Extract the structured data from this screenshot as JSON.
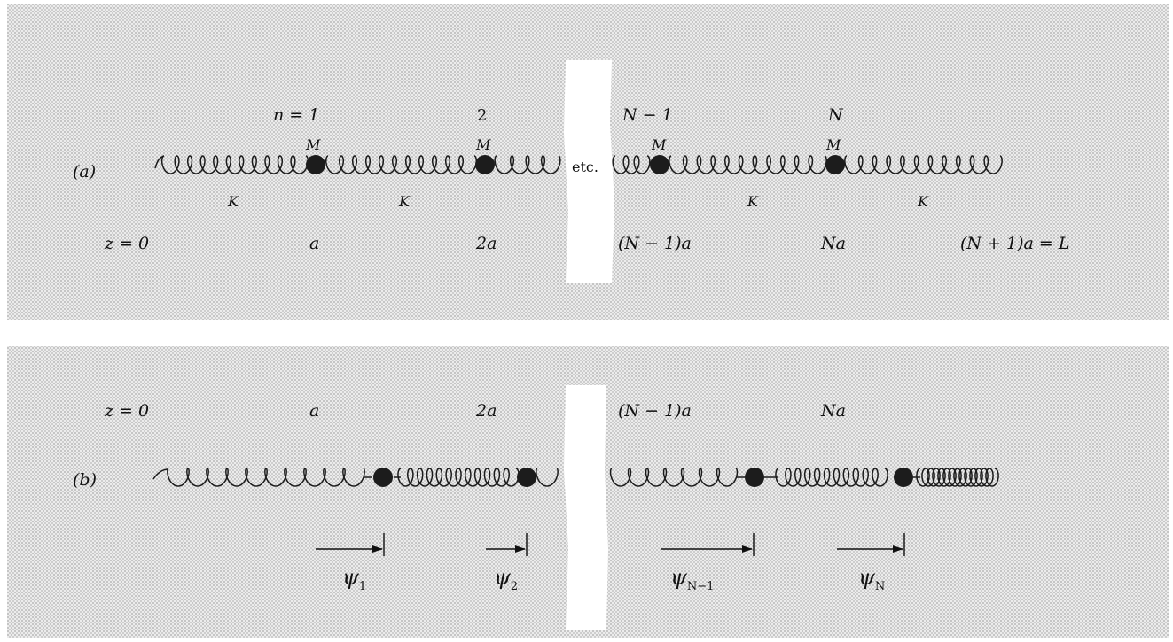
{
  "panel_a": {
    "tag": "(a)",
    "index_labels": [
      "n = 1",
      "2",
      "N − 1",
      "N"
    ],
    "mass_label": "M",
    "spring_label": "K",
    "gap_text": "etc.",
    "position_labels": [
      "z = 0",
      "a",
      "2a",
      "(N − 1)a",
      "Na",
      "(N + 1)a = L"
    ]
  },
  "panel_b": {
    "tag": "(b)",
    "position_labels": [
      "z = 0",
      "a",
      "2a",
      "(N − 1)a",
      "Na"
    ],
    "displacements": [
      {
        "symbol": "ψ",
        "sub": "1"
      },
      {
        "symbol": "ψ",
        "sub": "2"
      },
      {
        "symbol": "ψ",
        "sub": "N−1"
      },
      {
        "symbol": "ψ",
        "sub": "N"
      }
    ]
  },
  "colors": {
    "background_pattern": "#d9d9d9",
    "ink": "#111111",
    "mass": "#1c1c1c",
    "gap": "#ffffff"
  }
}
